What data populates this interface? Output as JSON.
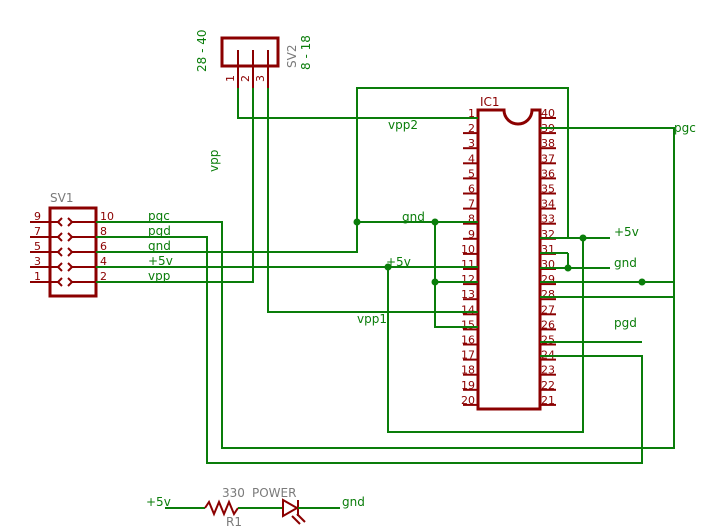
{
  "ic1": {
    "name": "IC1",
    "left_pins": [
      "1",
      "2",
      "3",
      "4",
      "5",
      "6",
      "7",
      "8",
      "9",
      "10",
      "11",
      "12",
      "13",
      "14",
      "15",
      "16",
      "17",
      "18",
      "19",
      "20"
    ],
    "right_pins": [
      "40",
      "39",
      "38",
      "37",
      "36",
      "35",
      "34",
      "33",
      "32",
      "31",
      "30",
      "29",
      "28",
      "27",
      "26",
      "25",
      "24",
      "23",
      "22",
      "21"
    ]
  },
  "sv1": {
    "name": "SV1",
    "left_pins": [
      "9",
      "7",
      "5",
      "3",
      "1"
    ],
    "right_pins": [
      "10",
      "8",
      "6",
      "4",
      "2"
    ]
  },
  "sv2": {
    "name": "SV2",
    "subtitle": "8 - 18",
    "side_label": "28 - 40",
    "pins": [
      "1",
      "2",
      "3"
    ]
  },
  "net_labels": {
    "pgc_sv1": "pgc",
    "pgd_sv1": "pgd",
    "gnd_sv1": "gnd",
    "p5v_sv1": "+5v",
    "vpp_sv1": "vpp",
    "vpp_left": "vpp",
    "vpp2": "vpp2",
    "gnd_mid": "gnd",
    "p5v_mid": "+5v",
    "vpp1": "vpp1",
    "pgc_right": "pgc",
    "p5v_right": "+5v",
    "gnd_right": "gnd",
    "pgd_right": "pgd",
    "p5v_bottom": "+5v",
    "gnd_bottom": "gnd"
  },
  "resistor": {
    "name": "R1",
    "value": "330"
  },
  "led": {
    "name": "POWER"
  }
}
